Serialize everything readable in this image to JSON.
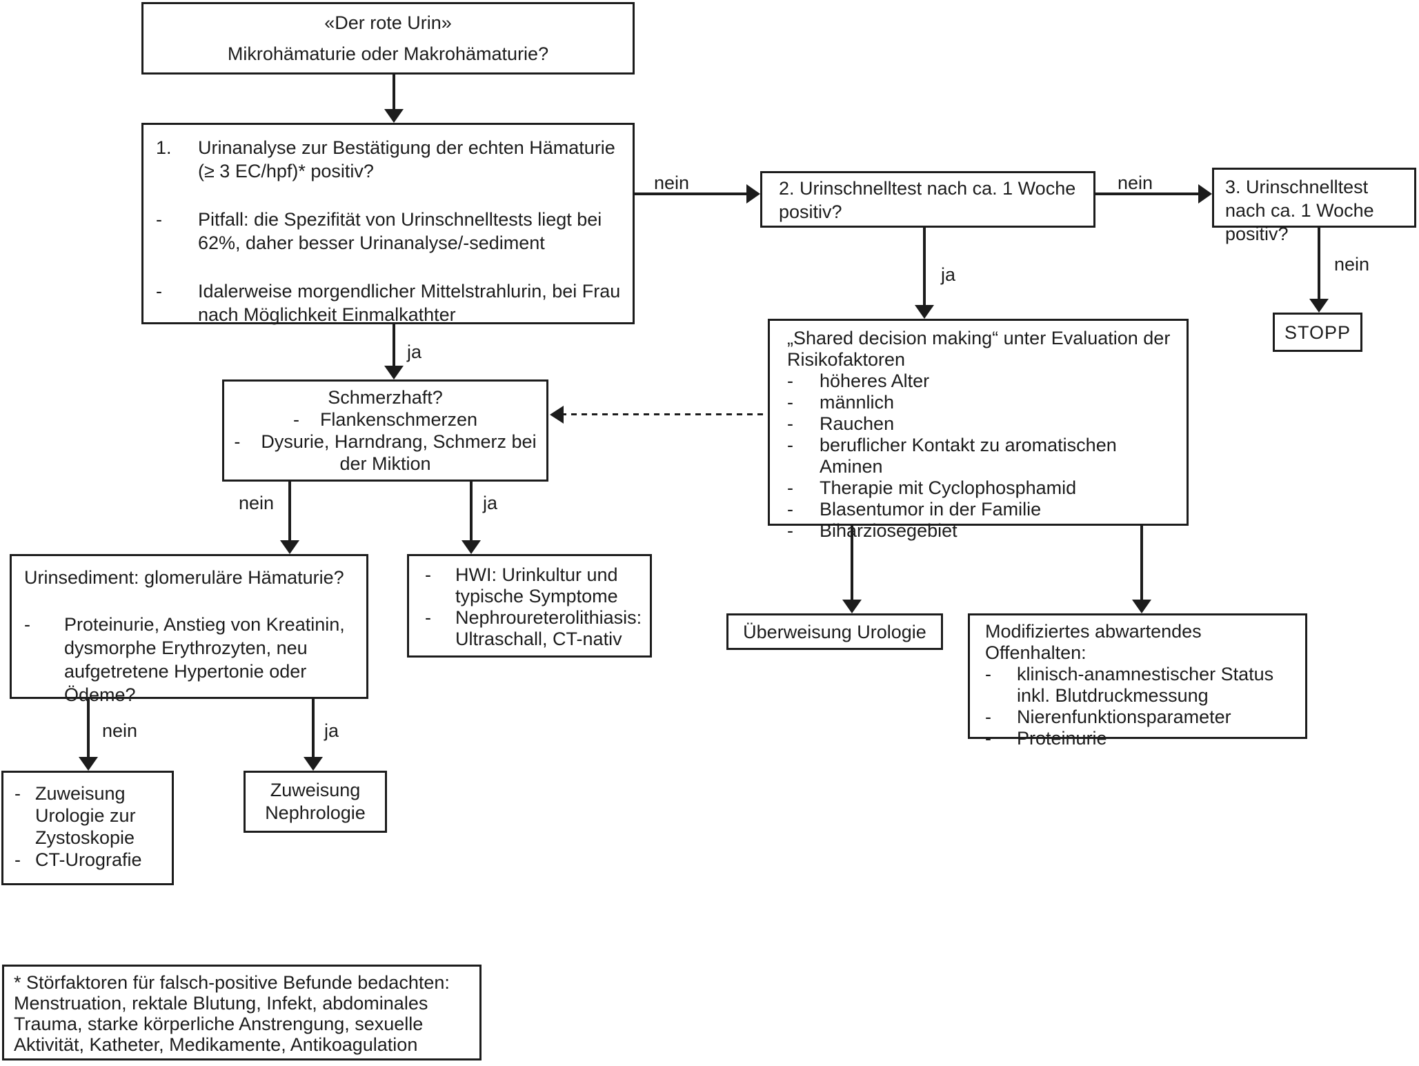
{
  "colors": {
    "ink": "#1c1c1c",
    "background": "#ffffff"
  },
  "nodes": {
    "start": {
      "lines": [
        "«Der rote Urin»",
        "Mikrohämaturie oder Makrohämaturie?"
      ]
    },
    "urinalysis": {
      "items": [
        {
          "marker": "1.",
          "text": "Urinanalyse zur Bestätigung der echten Hämaturie (≥ 3 EC/hpf)* positiv?"
        },
        {
          "marker": "-",
          "text": "Pitfall: die Spezifität von Urinschnelltests liegt bei 62%, daher besser Urinanalyse/-sediment"
        },
        {
          "marker": "-",
          "text": "Idalerweise morgendlicher Mittelstrahlurin, bei Frau nach Möglichkeit Einmalkathter"
        }
      ]
    },
    "retest2": {
      "text": "2. Urinschnelltest nach ca. 1 Woche positiv?"
    },
    "retest3": {
      "text": "3. Urinschnelltest nach ca. 1 Woche positiv?"
    },
    "stopp": {
      "text": "STOPP"
    },
    "painful": {
      "title": "Schmerzhaft?",
      "items": [
        {
          "marker": "-",
          "text": "Flankenschmerzen"
        },
        {
          "marker": "-",
          "text": "Dysurie, Harndrang, Schmerz bei der Miktion"
        }
      ]
    },
    "shared": {
      "title": "„Shared decision making“ unter Evaluation der Risikofaktoren",
      "items": [
        {
          "marker": "-",
          "text": "höheres Alter"
        },
        {
          "marker": "-",
          "text": "männlich"
        },
        {
          "marker": "-",
          "text": "Rauchen"
        },
        {
          "marker": "-",
          "text": "beruflicher Kontakt zu aromatischen Aminen"
        },
        {
          "marker": "-",
          "text": "Therapie mit Cyclophosphamid"
        },
        {
          "marker": "-",
          "text": "Blasentumor in der Familie"
        },
        {
          "marker": "-",
          "text": "Biharziosegebiet"
        }
      ]
    },
    "sediment": {
      "title": "Urinsediment: glomeruläre Hämaturie?",
      "items": [
        {
          "marker": "-",
          "text": "Proteinurie, Anstieg von Kreatinin, dysmorphe Erythrozyten, neu aufgetretene Hypertonie oder Ödeme?"
        }
      ]
    },
    "hwi": {
      "items": [
        {
          "marker": "-",
          "text": "HWI: Urinkultur und typische Symptome"
        },
        {
          "marker": "-",
          "text": "Nephroureterolithiasis: Ultraschall, CT-nativ"
        }
      ]
    },
    "uro_ref": {
      "text": "Überweisung Urologie"
    },
    "watchful": {
      "title": "Modifiziertes abwartendes Offenhalten:",
      "items": [
        {
          "marker": "-",
          "text": "klinisch-anamnestischer Status inkl. Blutdruckmessung"
        },
        {
          "marker": "-",
          "text": "Nierenfunktionsparameter"
        },
        {
          "marker": "-",
          "text": "Proteinurie"
        }
      ]
    },
    "cysto": {
      "items": [
        {
          "marker": "-",
          "text": "Zuweisung Urologie zur Zystoskopie"
        },
        {
          "marker": "-",
          "text": "CT-Urografie"
        }
      ]
    },
    "nephro": {
      "text": "Zuweisung Nephrologie"
    },
    "footnote": {
      "text": "* Störfaktoren für falsch-positive Befunde bedachten: Menstruation, rektale Blutung, Infekt, abdominales Trauma, starke körperliche Anstrengung, sexuelle Aktivität, Katheter, Medikamente, Antikoagulation"
    }
  },
  "edge_labels": {
    "urinalysis_to_retest2": "nein",
    "retest2_to_retest3": "nein",
    "retest2_to_shared": "ja",
    "retest3_to_stopp": "nein",
    "urinalysis_to_painful": "ja",
    "painful_to_sediment": "nein",
    "painful_to_hwi": "ja",
    "sediment_to_cysto": "nein",
    "sediment_to_nephro": "ja"
  }
}
